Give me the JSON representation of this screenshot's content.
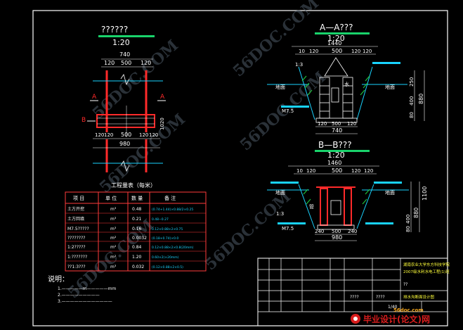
{
  "colors": {
    "background": "#000000",
    "frame": "#ffffff",
    "dimension": "#ffffff",
    "title_text": "#ffffff",
    "scale_bar": "#19d36b",
    "wall": "#ff2a2a",
    "water": "#19d3ff",
    "soil": "#1fbf3a",
    "table_border": "#ff3b3b",
    "label_yellow": "#ffff3a",
    "watermark": "#5a6a7a",
    "logo_red": "#d81d1d",
    "logo_orange": "#f2a51c"
  },
  "plan_view": {
    "title": "??????",
    "scale": "1:20",
    "dims_top": {
      "total": "740",
      "left": "120",
      "middle": "500",
      "right": "120"
    },
    "dims_bottom": {
      "total": "980",
      "p1": "120",
      "p2": "120",
      "p3": "500",
      "p4": "120",
      "p5": "120"
    },
    "section_a": "A",
    "section_b": "B",
    "side_label": "1020"
  },
  "section_aa": {
    "title": "A—A???",
    "scale": "1:20",
    "dims_top": {
      "total": "1440",
      "d1": "10",
      "d2": "120",
      "d3": "500",
      "d4": "120",
      "d5": "120"
    },
    "dims_bottom": {
      "total": "740",
      "left": "120",
      "middle": "500",
      "right": "120"
    },
    "right_dims": [
      "250",
      "400",
      "80",
      "880"
    ],
    "ground_label_left": "地面",
    "ground_label_right": "地面",
    "slope_label": "1:3",
    "level_label": "M7.5",
    "water_label": "水"
  },
  "section_bb": {
    "title": "B—B???",
    "scale": "1:20",
    "dims_top": {
      "total": "1460",
      "d1": "10",
      "d2": "120",
      "d3": "500",
      "d4": "120",
      "d5": "120"
    },
    "dims_bottom": {
      "total": "980",
      "p1": "240",
      "p2": "500",
      "p3": "240"
    },
    "right_dims": [
      "400",
      "80",
      "880",
      "1100"
    ],
    "ground_label_left": "地面",
    "ground_label_right": "地面",
    "slope_label": "1:3",
    "level_label": "M7.5",
    "pipe_label": "管"
  },
  "quantity_table": {
    "title": "工程量表（每米）",
    "headers": [
      "项    目",
      "单  位",
      "数  量",
      "备    注"
    ],
    "rows": [
      {
        "item": "土方开挖",
        "unit": "m³",
        "qty": "0.48",
        "note": "(0.74+1.44)×0.88/2×0.25"
      },
      {
        "item": "土方回填",
        "unit": "m³",
        "qty": "0.21",
        "note": "0.48−0.27"
      },
      {
        "item": "M7.5?????",
        "unit": "m³",
        "qty": "0.16",
        "note": "0.12×0.88×2×0.75"
      },
      {
        "item": "????????",
        "unit": "m²",
        "qty": "0.0032",
        "note": "(0.18+0.74)×0.0"
      },
      {
        "item": "1:2?????",
        "unit": "m²",
        "qty": "0.84",
        "note": "0.12×0.88×2×0.8(20mm)"
      },
      {
        "item": "1:???????",
        "unit": "m²",
        "qty": "1.20",
        "note": "0.60×2(×20mm)"
      },
      {
        "item": "??1:3???",
        "unit": "m³",
        "qty": "0.032",
        "note": "(0.12×0.88×2×0.5)"
      }
    ]
  },
  "notes": {
    "heading": "说明：",
    "lines": [
      "1.—————m—————mm",
      "2.—————————",
      "3.————————————"
    ]
  },
  "title_block": {
    "school_line1": "湖南农业大学东方科技学院",
    "school_line2": "2007级水利水电工程(1)班",
    "drawing_name": "排水沟断面设计图",
    "sheet_no": "1/40",
    "cells": [
      "????",
      "????",
      "??"
    ]
  },
  "watermarks": [
    "56DOC.COM",
    "56DOC.COM",
    "56DOC.COM",
    "56DOC.COM",
    "56DOC.COM",
    "56DOC.COM"
  ],
  "logo": {
    "site": "56doc.com",
    "text": "毕业设计(论文)网",
    "tagline": "毕业设计"
  }
}
